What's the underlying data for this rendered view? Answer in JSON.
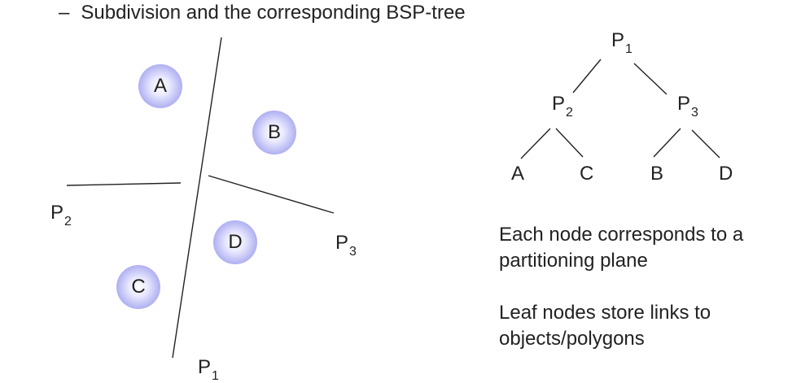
{
  "heading": {
    "dash": "–",
    "text": "Subdivision and the corresponding BSP-tree"
  },
  "subdivision": {
    "objects": [
      {
        "label": "A"
      },
      {
        "label": "B"
      },
      {
        "label": "C"
      },
      {
        "label": "D"
      }
    ],
    "planes": [
      {
        "name": "P",
        "sub": "1"
      },
      {
        "name": "P",
        "sub": "2"
      },
      {
        "name": "P",
        "sub": "3"
      }
    ]
  },
  "tree": {
    "root": {
      "name": "P",
      "sub": "1"
    },
    "left": {
      "name": "P",
      "sub": "2"
    },
    "right": {
      "name": "P",
      "sub": "3"
    },
    "leaves": [
      "A",
      "C",
      "B",
      "D"
    ]
  },
  "notes": [
    "Each node corresponds to a partitioning plane",
    "Leaf nodes store links to objects/polygons"
  ],
  "colors": {
    "circle_fill": "#a9a9f0",
    "line": "#222222"
  }
}
